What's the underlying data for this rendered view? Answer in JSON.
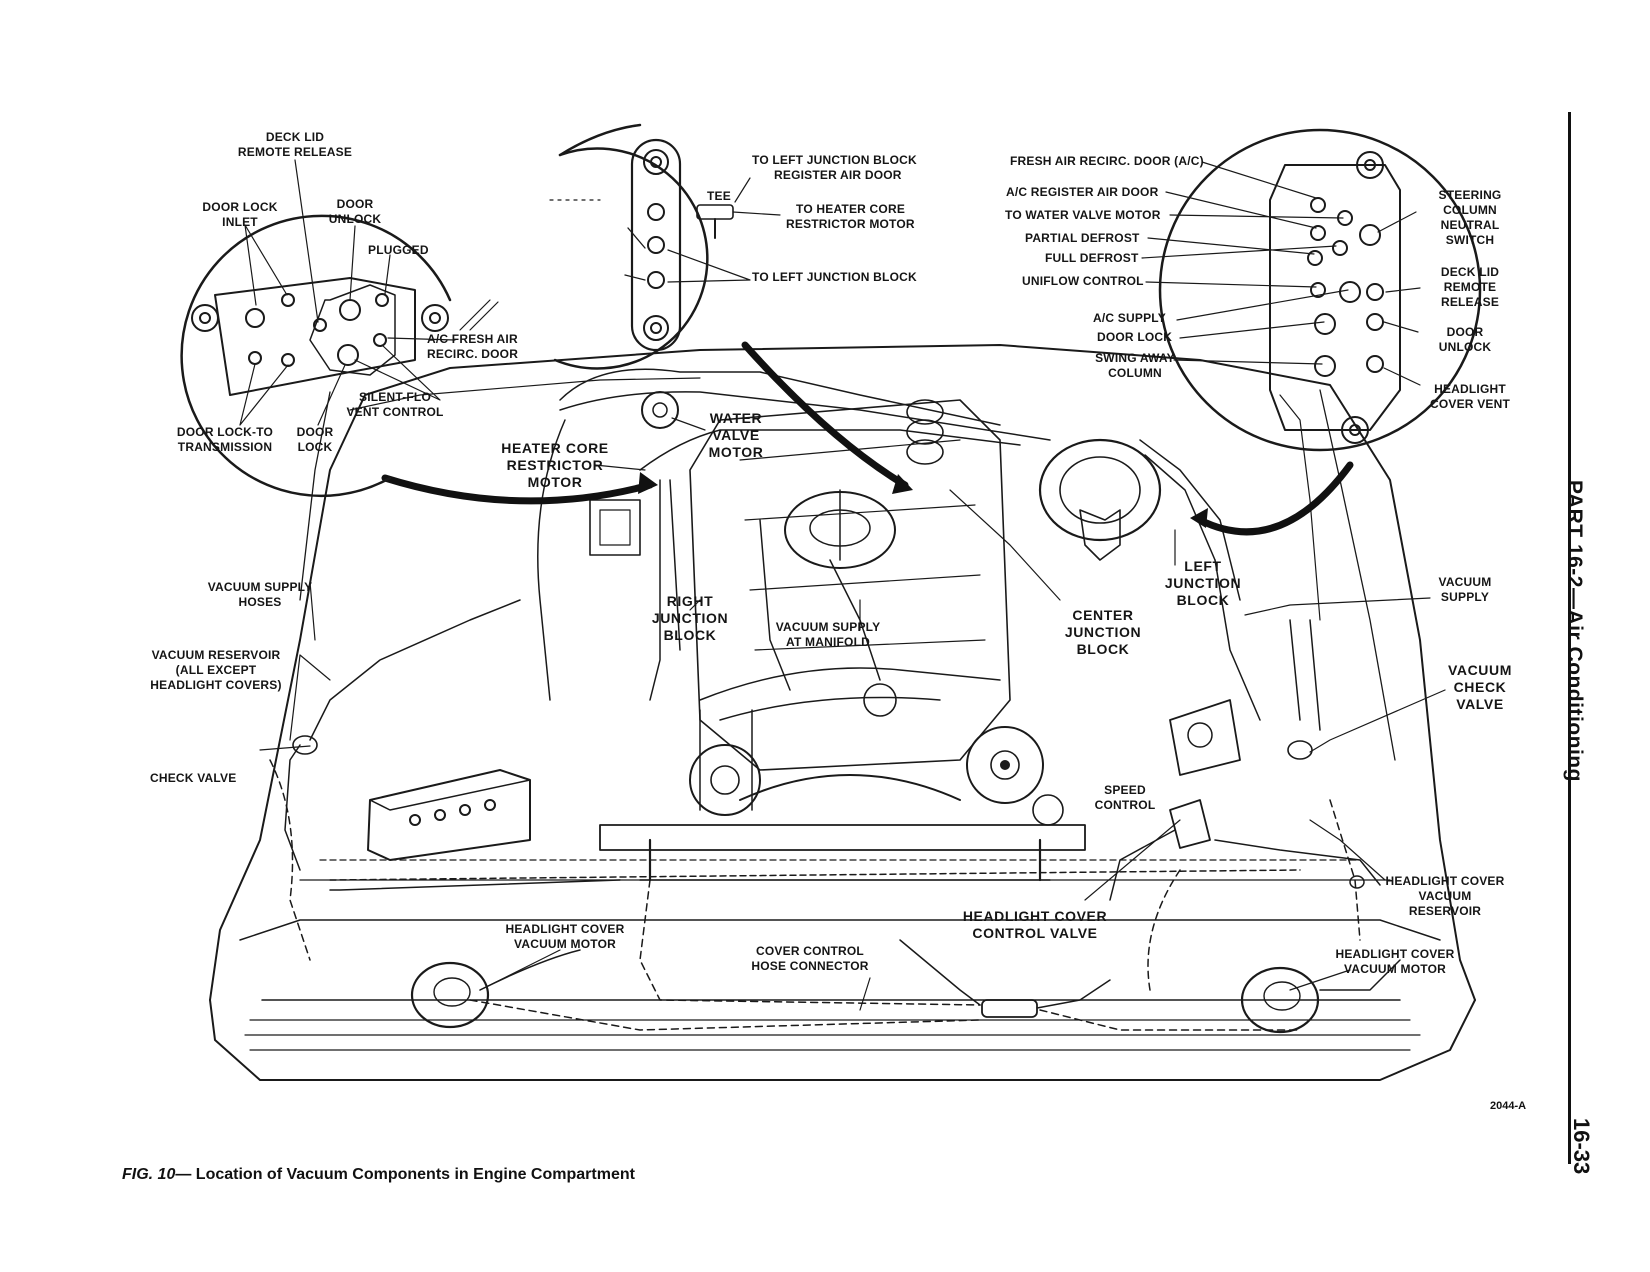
{
  "caption": {
    "fig": "FIG. 10",
    "text": "— Location of Vacuum Components in Engine Compartment"
  },
  "figure_code": "2044-A",
  "side_title": "PART 16-2—Air Conditioning",
  "page_number": "16-33",
  "callouts": {
    "left_detail": {
      "deck_lid": [
        "DECK LID",
        "REMOTE RELEASE"
      ],
      "door_lock_inlet": [
        "DOOR LOCK",
        "INLET"
      ],
      "door_unlock": [
        "DOOR",
        "UNLOCK"
      ],
      "plugged": "PLUGGED",
      "ac_fresh_air": [
        "A/C FRESH AIR",
        "RECIRC. DOOR"
      ],
      "silent_flo": [
        "SILENT-FLO",
        "VENT CONTROL"
      ],
      "door_lock_to_trans": [
        "DOOR LOCK-TO",
        "TRANSMISSION"
      ],
      "door_lock": [
        "DOOR",
        "LOCK"
      ]
    },
    "center_detail": {
      "to_left_jb_register": [
        "TO LEFT JUNCTION BLOCK",
        "REGISTER AIR DOOR"
      ],
      "tee": "TEE",
      "to_heater_core": [
        "TO HEATER CORE",
        "RESTRICTOR MOTOR"
      ],
      "to_left_jb": "TO LEFT JUNCTION BLOCK"
    },
    "right_detail": {
      "fresh_air_recirc": "FRESH AIR RECIRC. DOOR (A/C)",
      "ac_register": "A/C REGISTER AIR DOOR",
      "to_water_valve": "TO WATER VALVE MOTOR",
      "partial_defrost": "PARTIAL DEFROST",
      "full_defrost": "FULL DEFROST",
      "uniflow": "UNIFLOW CONTROL",
      "ac_supply": "A/C SUPPLY",
      "door_lock": "DOOR LOCK",
      "swing_away": [
        "SWING AWAY",
        "COLUMN"
      ],
      "steering_column": [
        "STEERING",
        "COLUMN",
        "NEUTRAL"
      ],
      "switch": "SWITCH",
      "deck_lid": [
        "DECK LID",
        "REMOTE",
        "RELEASE"
      ],
      "door_unlock": [
        "DOOR",
        "UNLOCK"
      ],
      "headlight_vent": [
        "HEADLIGHT",
        "COVER VENT"
      ]
    },
    "engine": {
      "heater_core": [
        "HEATER CORE",
        "RESTRICTOR",
        "MOTOR"
      ],
      "water_valve": [
        "WATER",
        "VALVE",
        "MOTOR"
      ],
      "right_jb": [
        "RIGHT",
        "JUNCTION",
        "BLOCK"
      ],
      "vacuum_supply_manifold": [
        "VACUUM SUPPLY",
        "AT MANIFOLD"
      ],
      "center_jb": [
        "CENTER",
        "JUNCTION",
        "BLOCK"
      ],
      "left_jb": [
        "LEFT",
        "JUNCTION",
        "BLOCK"
      ],
      "vacuum_supply": [
        "VACUUM",
        "SUPPLY"
      ],
      "vacuum_check_valve": [
        "VACUUM",
        "CHECK",
        "VALVE"
      ],
      "vacuum_supply_hoses": [
        "VACUUM SUPPLY",
        "HOSES"
      ],
      "vacuum_reservoir": [
        "VACUUM RESERVOIR",
        "(ALL EXCEPT",
        "HEADLIGHT COVERS)"
      ],
      "check_valve": "CHECK VALVE",
      "speed_control": [
        "SPEED",
        "CONTROL"
      ],
      "hl_cover_reservoir": [
        "HEADLIGHT COVER",
        "VACUUM",
        "RESERVOIR"
      ],
      "hl_control_valve": [
        "HEADLIGHT COVER",
        "CONTROL VALVE"
      ],
      "hl_motor_left": [
        "HEADLIGHT COVER",
        "VACUUM MOTOR"
      ],
      "cover_hose_connector": [
        "COVER CONTROL",
        "HOSE CONNECTOR"
      ],
      "hl_motor_right": [
        "HEADLIGHT COVER",
        "VACUUM MOTOR"
      ]
    }
  }
}
